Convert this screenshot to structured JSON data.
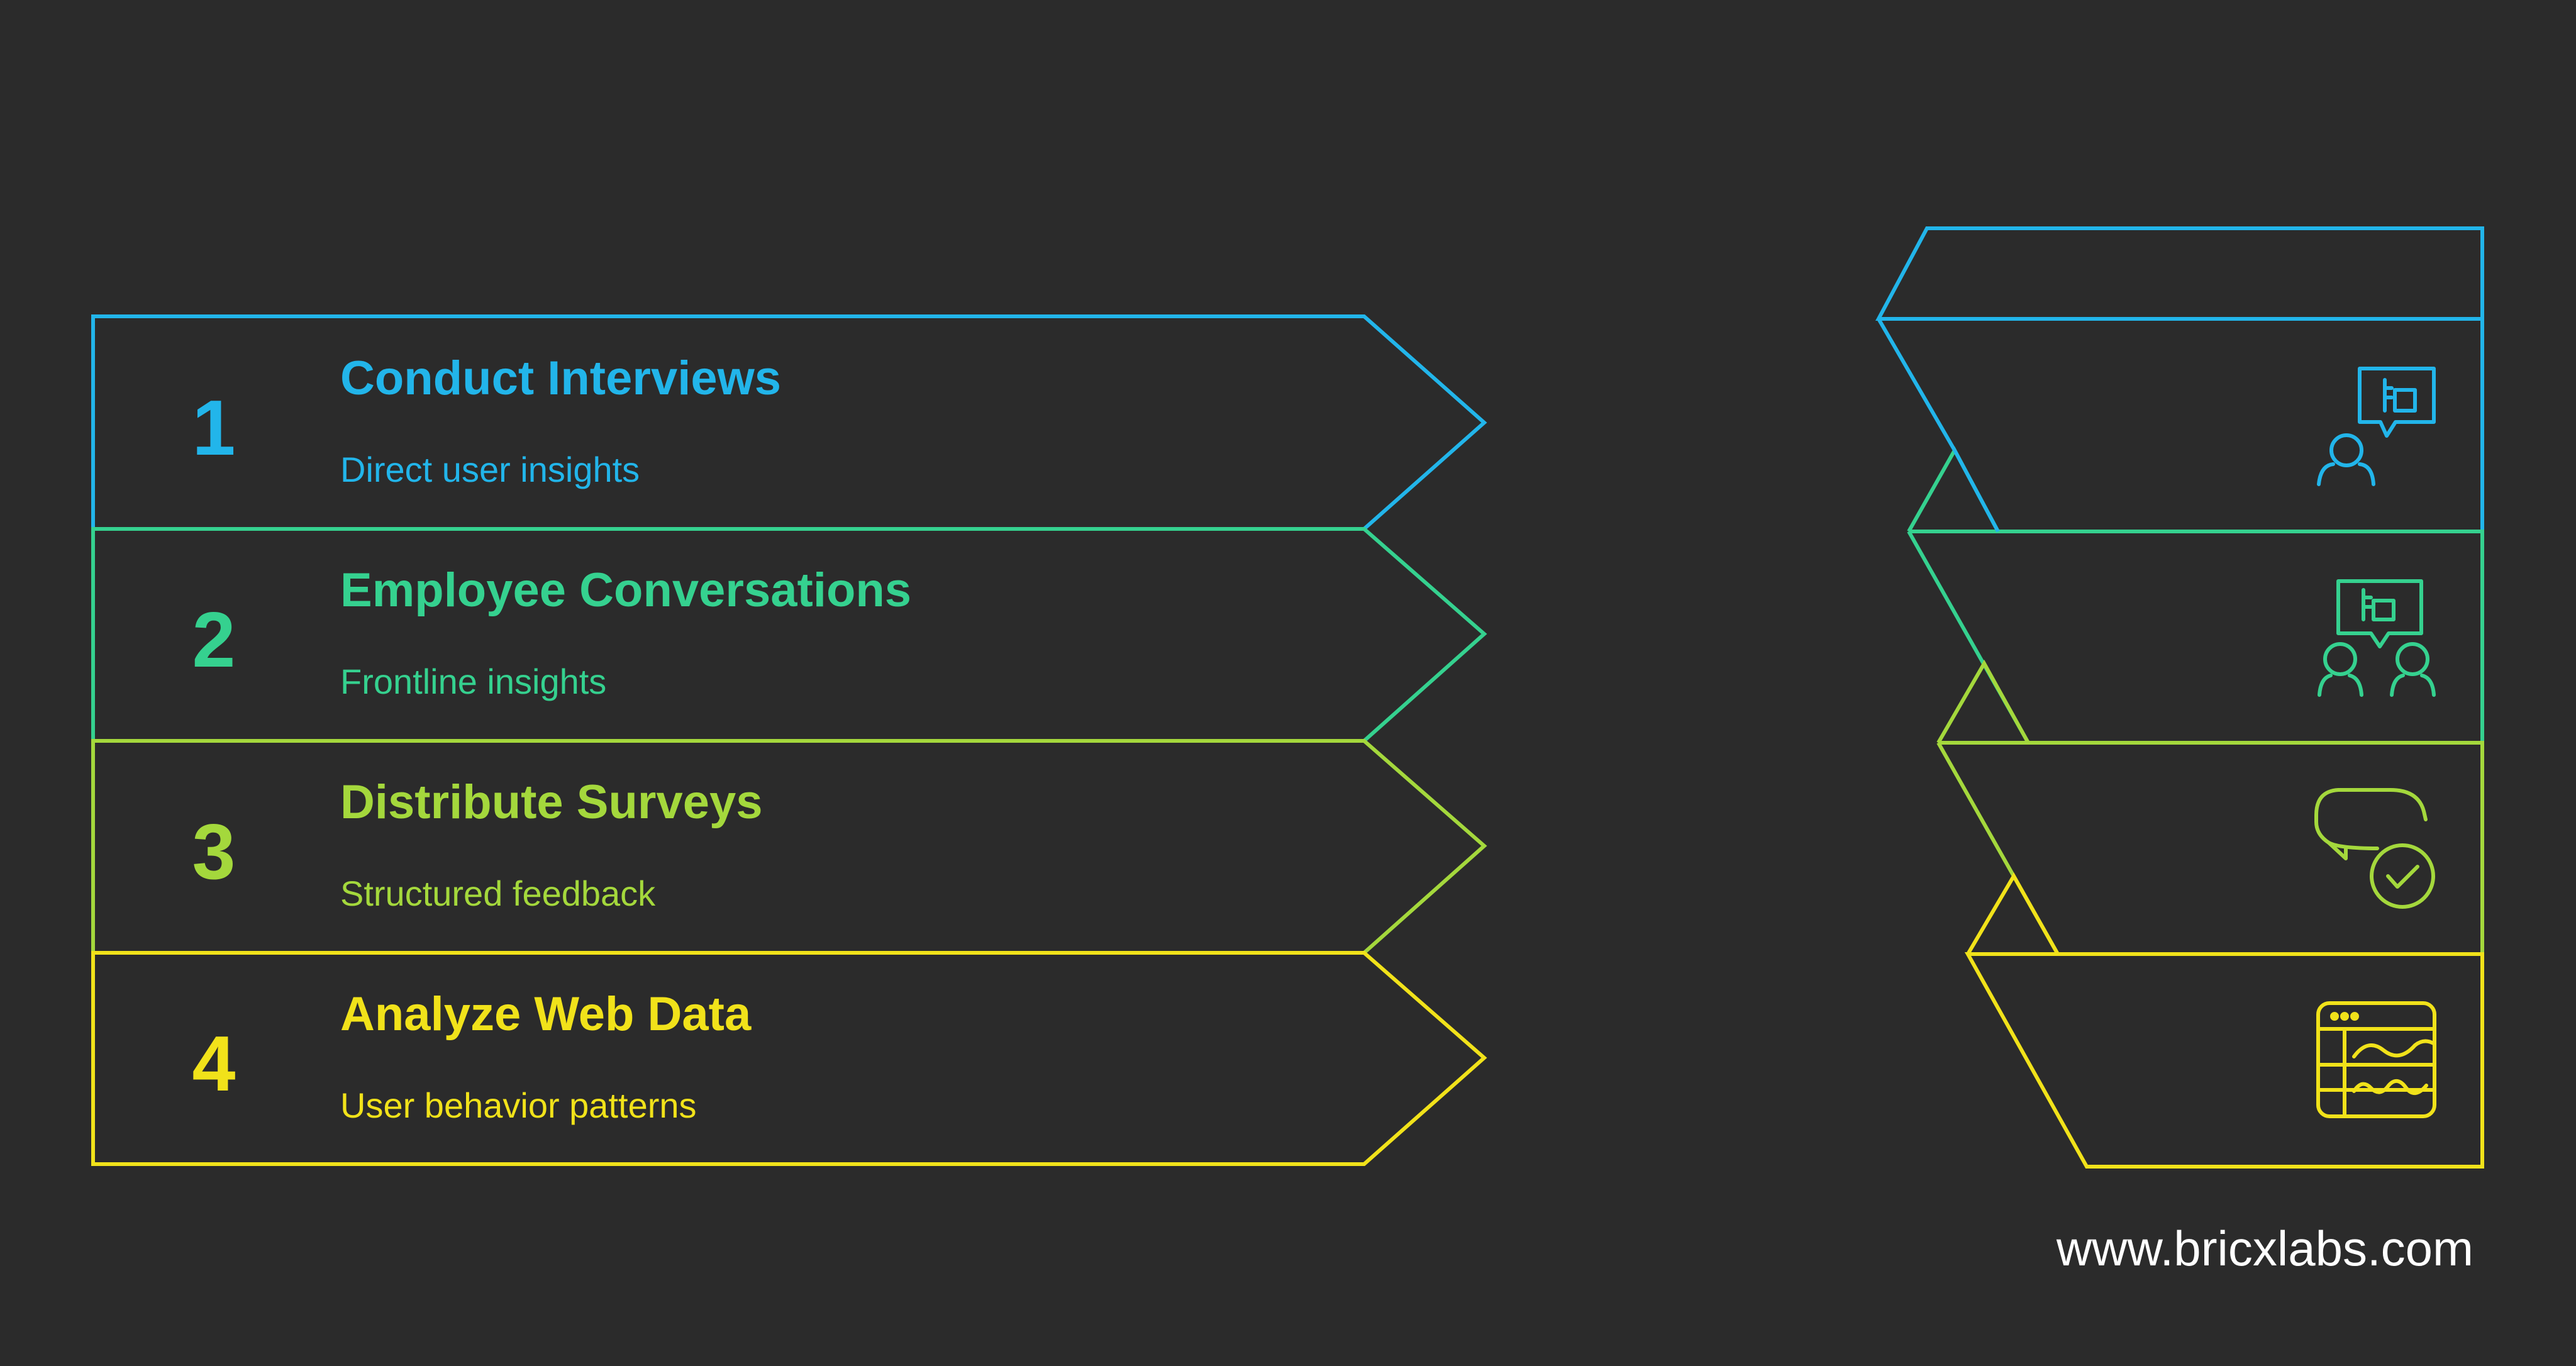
{
  "steps": [
    {
      "number": "1",
      "title": "Conduct Interviews",
      "subtitle": "Direct user insights",
      "color": "#22b5ea",
      "icon": "interview-person-speech-icon"
    },
    {
      "number": "2",
      "title": "Employee Conversations",
      "subtitle": "Frontline insights",
      "color": "#35d18f",
      "icon": "two-people-conversation-icon"
    },
    {
      "number": "3",
      "title": "Distribute Surveys",
      "subtitle": "Structured feedback",
      "color": "#a4d83c",
      "icon": "speech-bubble-checkmark-icon"
    },
    {
      "number": "4",
      "title": "Analyze Web Data",
      "subtitle": "User behavior patterns",
      "color": "#f1e21a",
      "icon": "browser-analytics-icon"
    }
  ],
  "watermark": "www.bricxlabs.com",
  "colors": {
    "background": "#2b2b2b",
    "watermark": "#ffffff"
  }
}
